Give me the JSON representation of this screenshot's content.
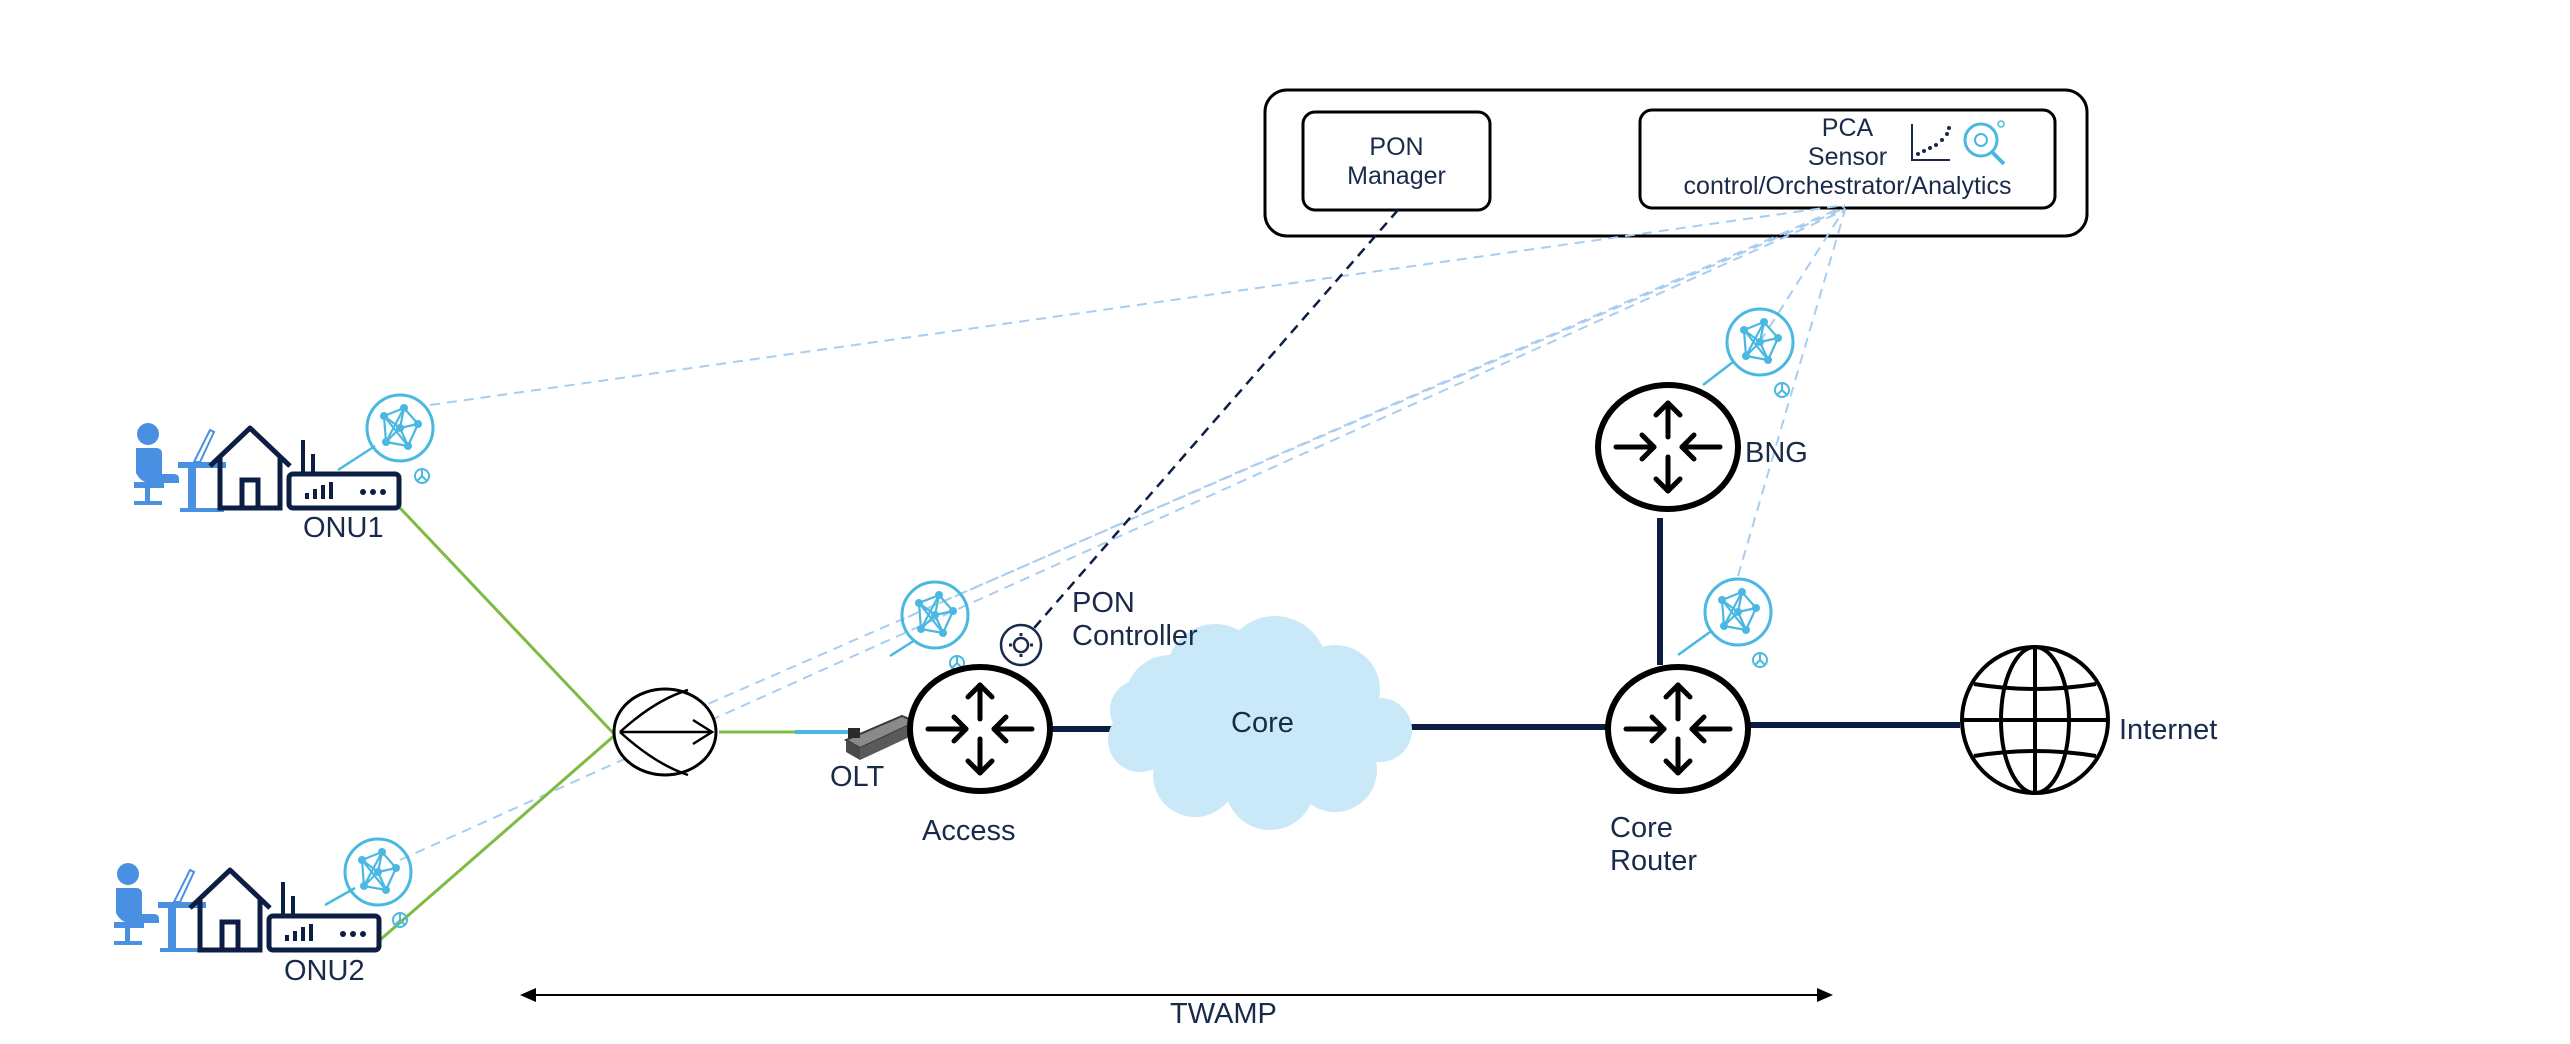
{
  "control_box": {
    "pon_manager": {
      "line1": "PON",
      "line2": "Manager"
    },
    "pca": {
      "line1": "PCA",
      "line2": "Sensor",
      "line3": "control/Orchestrator/Analytics"
    }
  },
  "nodes": {
    "onu1": "ONU1",
    "onu2": "ONU2",
    "olt": "OLT",
    "access": "Access",
    "pon_controller": {
      "line1": "PON",
      "line2": "Controller"
    },
    "core_cloud": "Core",
    "bng": "BNG",
    "core_router": {
      "line1": "Core",
      "line2": "Router"
    },
    "internet": "Internet"
  },
  "measurement": {
    "label": "TWAMP"
  },
  "colors": {
    "navy": "#0d1e45",
    "fiber_green": "#7dbb42",
    "sensor_blue": "#4ab8e0",
    "dashed_blue": "#a8cdf0",
    "cloud_blue": "#c9e9f8",
    "person_blue": "#4a90e2"
  },
  "icons": [
    "person-at-desk-icon",
    "house-icon",
    "onu-device-icon",
    "sensor-icon",
    "splitter-icon",
    "olt-sfp-icon",
    "router-icon",
    "cloud-icon",
    "globe-icon",
    "gear-icon",
    "chart-icon",
    "magnifier-icon"
  ]
}
